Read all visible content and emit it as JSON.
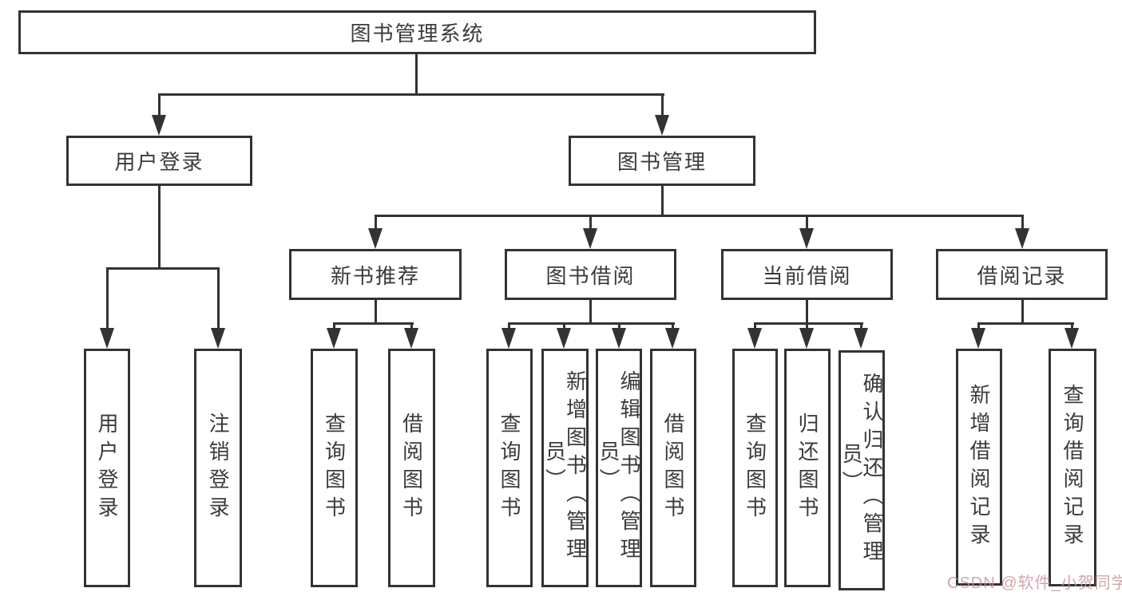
{
  "watermark": "CSDN @软件_小贺同学",
  "colors": {
    "line": "#333333",
    "text": "#3b3b3b",
    "box_background": "#ffffff",
    "watermark": "#c98f99"
  },
  "tree": {
    "label": "图书管理系统",
    "children": [
      {
        "label": "用户登录",
        "children": [
          {
            "label": "用户登录"
          },
          {
            "label": "注销登录"
          }
        ]
      },
      {
        "label": "图书管理",
        "children": [
          {
            "label": "新书推荐",
            "children": [
              {
                "label": "查询图书"
              },
              {
                "label": "借阅图书"
              }
            ]
          },
          {
            "label": "图书借阅",
            "children": [
              {
                "label": "查询图书"
              },
              {
                "label": "新增图书（管理员）"
              },
              {
                "label": "编辑图书（管理员）"
              },
              {
                "label": "借阅图书"
              }
            ]
          },
          {
            "label": "当前借阅",
            "children": [
              {
                "label": "查询图书"
              },
              {
                "label": "归还图书"
              },
              {
                "label": "确认归还（管理员）"
              }
            ]
          },
          {
            "label": "借阅记录",
            "children": [
              {
                "label": "新增借阅记录"
              },
              {
                "label": "查询借阅记录"
              }
            ]
          }
        ]
      }
    ]
  }
}
